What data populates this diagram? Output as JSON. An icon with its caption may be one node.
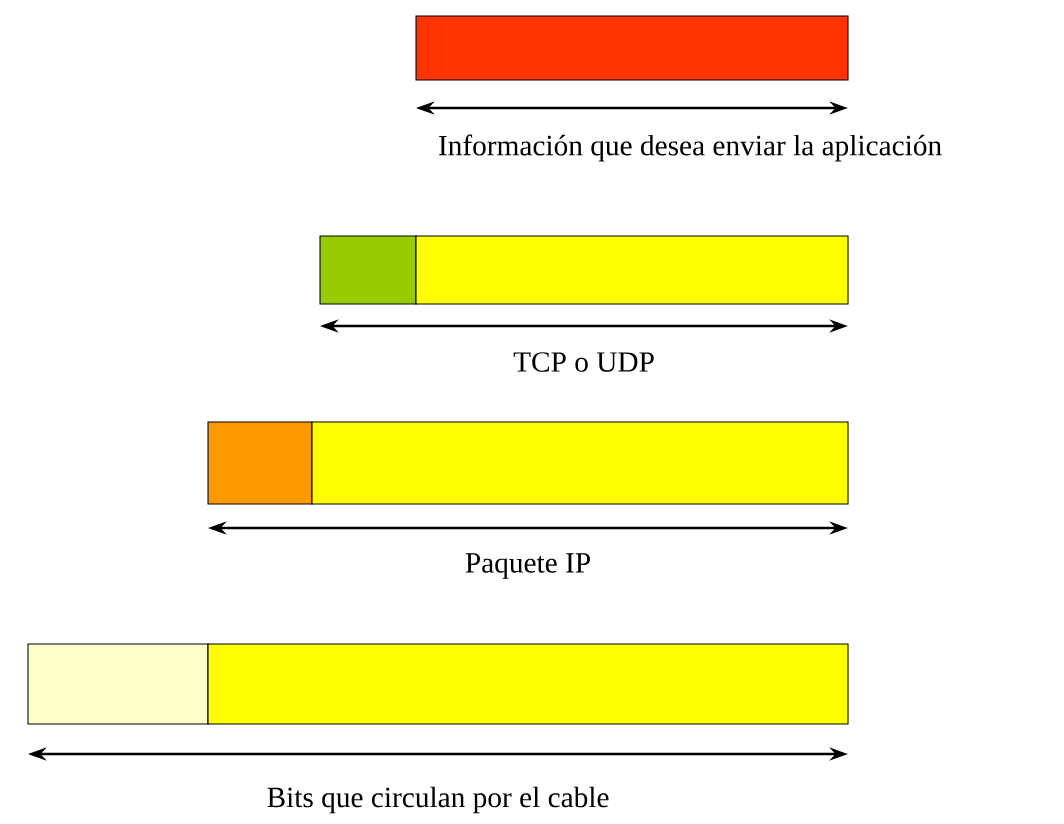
{
  "diagram": {
    "nodes": [
      {
        "text": [],
        "shape": "bar"
      },
      {
        "text": [],
        "shape": "bar"
      },
      {
        "text": [],
        "shape": "bar"
      },
      {
        "text": [],
        "shape": "bar"
      },
      {
        "text": [],
        "shape": "bar"
      },
      {
        "text": [],
        "shape": "bar"
      },
      {
        "text": [],
        "shape": "bar"
      }
    ],
    "labels": [
      "Información que desea enviar la aplicación",
      "TCP o UDP",
      "Paquete IP",
      "Bits que circulan por el cable"
    ]
  }
}
